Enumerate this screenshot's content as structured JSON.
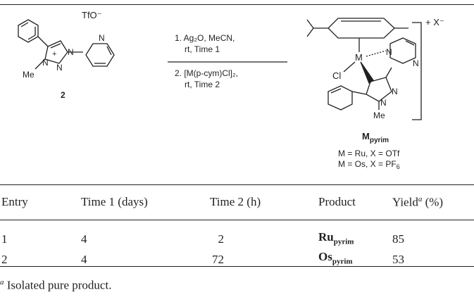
{
  "scheme": {
    "reactant": {
      "counterion": "TfO⁻",
      "methyl_label": "Me",
      "compound_number": "2",
      "charge": "+",
      "n_labels": [
        "N",
        "N",
        "N",
        "N"
      ]
    },
    "conditions": {
      "step1_line1": "1. Ag₂O, MeCN,",
      "step1_line2": "rt, Time 1",
      "step2_line1": "2. [M(p-cym)Cl]₂,",
      "step2_line2": "rt, Time 2"
    },
    "product": {
      "charge_label": "+ X⁻",
      "metal_label": "M",
      "chloride_label": "Cl",
      "methyl_label": "Me",
      "n_labels": [
        "N",
        "N",
        "N",
        "N"
      ],
      "name_main": "M",
      "name_sub": "pyrim",
      "legend_line1": "M = Ru, X = OTf",
      "legend_line2_main": "M = Os, X = PF",
      "legend_line2_sub": "6"
    }
  },
  "table": {
    "headers": {
      "entry": "Entry",
      "time1": "Time 1 (days)",
      "time2": "Time 2 (h)",
      "product": "Product",
      "yield_main": "Yield",
      "yield_sup": "a",
      "yield_unit": " (%)"
    },
    "rows": [
      {
        "entry": "1",
        "time1": "4",
        "time2": "2",
        "product_main": "Ru",
        "product_sub": "pyrim",
        "yield": "85"
      },
      {
        "entry": "2",
        "time1": "4",
        "time2": "72",
        "product_main": "Os",
        "product_sub": "pyrim",
        "yield": "53"
      }
    ]
  },
  "footnote": {
    "marker": "a",
    "text": " Isolated pure product."
  }
}
